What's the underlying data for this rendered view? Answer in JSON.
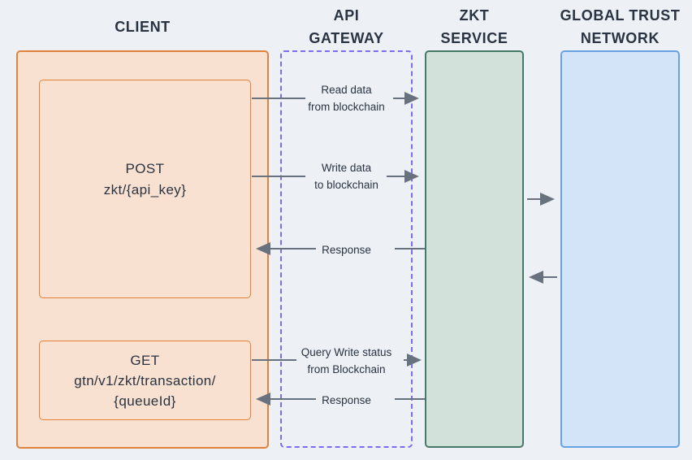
{
  "diagram": {
    "headers": {
      "client": "CLIENT",
      "gateway_line1": "API",
      "gateway_line2": "GATEWAY",
      "zkt_line1": "ZKT",
      "zkt_line2": "SERVICE",
      "gtn_line1": "GLOBAL TRUST",
      "gtn_line2": "NETWORK"
    },
    "client": {
      "post_line1": "POST",
      "post_line2": "zkt/{api_key}",
      "get_line1": "GET",
      "get_line2": "gtn/v1/zkt/transaction/",
      "get_line3": "{queueId}"
    },
    "flows": {
      "read_line1": "Read data",
      "read_line2": "from blockchain",
      "write_line1": "Write data",
      "write_line2": "to blockchain",
      "response_top": "Response",
      "query_line1": "Query Write status",
      "query_line2": "from Blockchain",
      "response_bottom": "Response"
    },
    "colors": {
      "background": "#edf1f5",
      "text": "#2a3342",
      "client_fill": "#f8e1d0",
      "client_border": "#e0813c",
      "gateway_border": "#7c6cee",
      "zkt_fill": "#d2e1da",
      "zkt_border": "#467868",
      "gtn_fill": "#d3e4f8",
      "gtn_border": "#66a3e0",
      "arrow": "#68727f"
    }
  }
}
